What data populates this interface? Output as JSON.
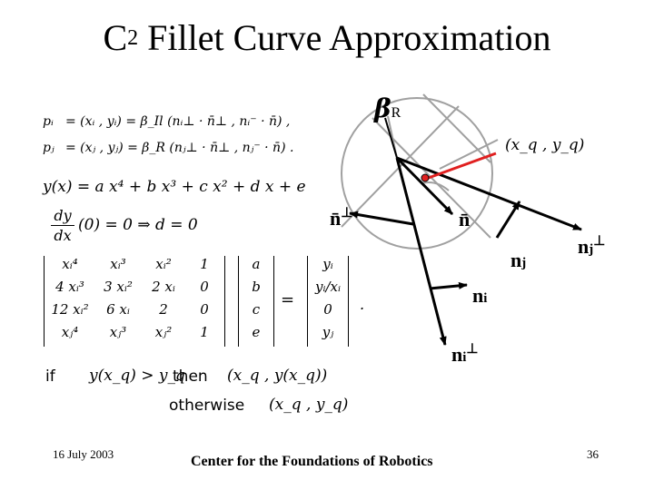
{
  "title": {
    "base": "C",
    "sup": "2",
    "rest": " Fillet Curve Approximation"
  },
  "equations": {
    "pi_lhs": "pᵢ",
    "pi_rhs": "=  (xᵢ , yᵢ) = β_Il (nᵢ⊥ · n̄⊥ , nᵢ⁻ · n̄) ,",
    "pj_lhs": "pⱼ",
    "pj_rhs": "=  (xⱼ , yⱼ) = β_R (nⱼ⊥ · n̄⊥ , nⱼ⁻ · n̄) .",
    "poly": "y(x) = a x⁴ + b x³ + c x² + d x + e",
    "deriv_num": "dy",
    "deriv_den": "dx",
    "deriv_rhs": "(0) = 0   ⇒ d = 0"
  },
  "matrix": {
    "rows": [
      [
        "xᵢ⁴",
        "xᵢ³",
        "xᵢ²",
        "1"
      ],
      [
        "4 xᵢ³",
        "3 xᵢ²",
        "2 xᵢ",
        "0"
      ],
      [
        "12 xᵢ²",
        "6 xᵢ",
        "2",
        "0"
      ],
      [
        "xⱼ⁴",
        "xⱼ³",
        "xⱼ²",
        "1"
      ]
    ],
    "vector": [
      "a",
      "b",
      "c",
      "e"
    ],
    "equals": "=",
    "rhs": [
      "yᵢ",
      "yᵢ/xᵢ",
      "0",
      "yⱼ"
    ],
    "period": "."
  },
  "condition": {
    "if_text": "if",
    "if_expr": "y(x_q) > y_q",
    "then_text": "then",
    "then_expr": "(x_q , y(x_q))",
    "otherwise_text": "otherwise",
    "otherwise_expr": "(x_q , y_q)"
  },
  "diagram": {
    "beta_label": "β",
    "beta_sub": "R",
    "xq_label": "(x_q , y_q)",
    "nbar_perp": "n̄",
    "perp": "⊥",
    "nbar": "n̄",
    "nj": "n",
    "nj_sub": "j",
    "nj_perp": "n",
    "nj_perp_sub": "j",
    "ni": "n",
    "ni_sub": "i",
    "ni_perp": "n",
    "ni_perp_sub": "i",
    "red_color": "#e02020"
  },
  "footer": {
    "date": "16 July 2003",
    "center": "Center for the Foundations of Robotics",
    "page": "36"
  }
}
